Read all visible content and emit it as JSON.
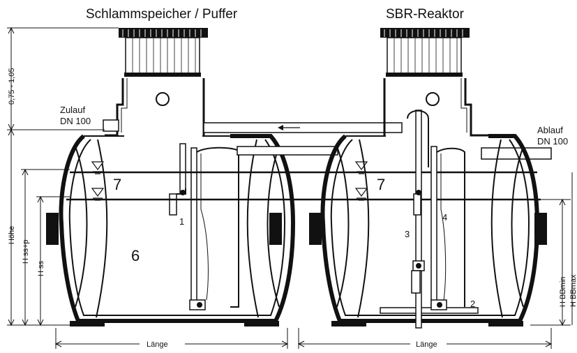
{
  "titles": {
    "left_tank": "Schlammspeicher / Puffer",
    "right_tank": "SBR-Reaktor"
  },
  "labels": {
    "inlet": "Zulauf",
    "inlet_dn": "DN 100",
    "outlet": "Ablauf",
    "outlet_dn": "DN 100"
  },
  "numbers": {
    "n1": "1",
    "n2": "2",
    "n3": "3",
    "n4": "4",
    "n6": "6",
    "n7_left": "7",
    "n7_right": "7"
  },
  "dimensions": {
    "cover_depth": "0,75 - 1,05",
    "height": "Höhe",
    "h_ssp": "H ss+p",
    "h_ss": "H ss",
    "length_left": "Länge",
    "length_right": "Länge",
    "h_bbmin": "H BBmin",
    "h_bbmax": "H BBmax"
  }
}
